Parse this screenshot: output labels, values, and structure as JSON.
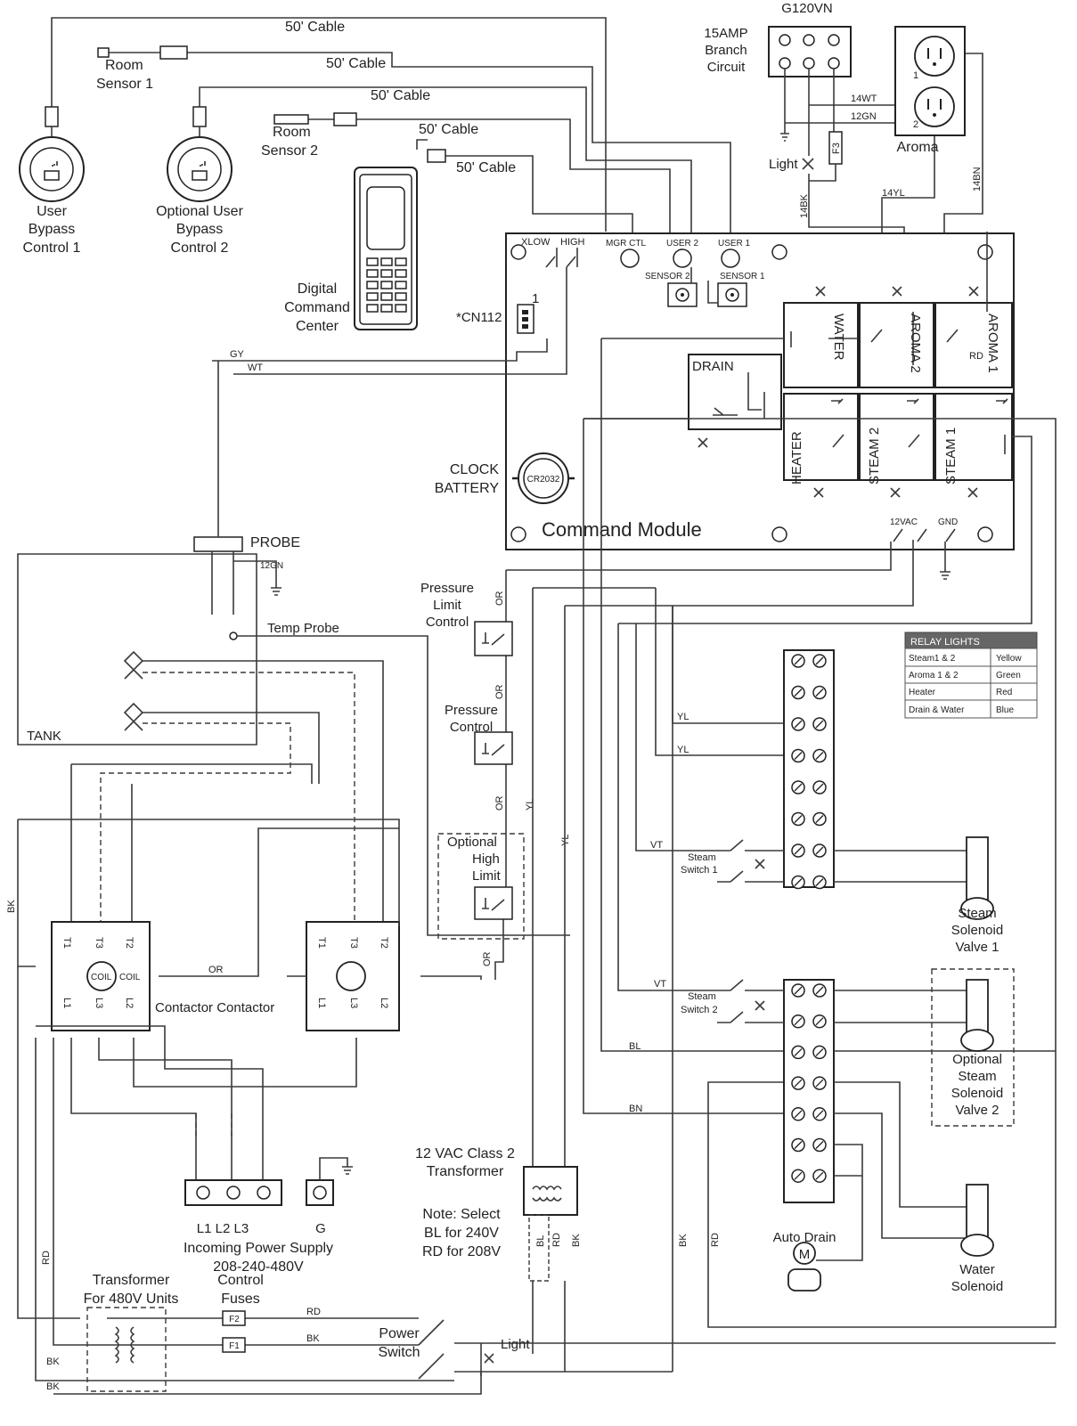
{
  "cables": {
    "c1": "50' Cable",
    "c2": "50' Cable",
    "c3": "50' Cable",
    "c4": "50' Cable",
    "c5": "50' Cable"
  },
  "room_sensor_1": [
    "Room",
    "Sensor 1"
  ],
  "room_sensor_2": [
    "Room",
    "Sensor 2"
  ],
  "user_bypass_1": [
    "User",
    "Bypass",
    "Control 1"
  ],
  "user_bypass_2": [
    "Optional User",
    "Bypass",
    "Control 2"
  ],
  "digital_command_center": [
    "Digital",
    "Command",
    "Center"
  ],
  "branch": {
    "g120vn": "G120VN",
    "label": [
      "15AMP",
      "Branch",
      "Circuit"
    ],
    "light": "Light",
    "fuse": "F3",
    "wire_14wt": "14WT",
    "wire_12gn": "12GN",
    "wire_14yl": "14YL",
    "wire_14bk": "14BK",
    "wire_14bn": "14BN"
  },
  "aroma": {
    "label": "Aroma",
    "n1": "1",
    "n2": "2"
  },
  "module": {
    "title": "Command Module",
    "xlow": "XLOW",
    "high": "HIGH",
    "mgr": "MGR CTL",
    "user2": "USER 2",
    "user1": "USER 1",
    "sensor2": "SENSOR 2",
    "sensor1": "SENSOR 1",
    "cn112": "*CN112",
    "cn_pin": "1",
    "battery": "CR2032",
    "clock": [
      "CLOCK",
      "BATTERY"
    ],
    "drain": "DRAIN",
    "relays": {
      "water": "WATER",
      "aroma2": "AROMA 2",
      "aroma1": "AROMA 1",
      "rd": "RD",
      "heater": "HEATER",
      "steam2": "STEAM 2",
      "steam1": "STEAM 1"
    },
    "vac": "12VAC",
    "gnd": "GND"
  },
  "wires": {
    "gy": "GY",
    "wt": "WT",
    "gn": "12GN",
    "or1": "OR",
    "or2": "OR",
    "or3": "OR",
    "or4": "OR",
    "or5": "OR",
    "yl1": "YL",
    "yl2": "YL",
    "yl3": "YL",
    "yl4": "YL",
    "vt1": "VT",
    "vt2": "VT",
    "bl": "BL",
    "bn": "BN",
    "bk1": "BK",
    "bk2": "BK",
    "bk3": "BK",
    "bk4": "BK",
    "bk5": "BK",
    "rd1": "RD",
    "rd2": "RD",
    "rd3": "RD",
    "rd4": "RD",
    "rd5": "RD",
    "bl2": "BL"
  },
  "tank": {
    "probe": "PROBE",
    "temp_probe": "Temp Probe",
    "label": "TANK"
  },
  "controls": {
    "plc": [
      "Pressure",
      "Limit",
      "Control"
    ],
    "pc": [
      "Pressure",
      "Control"
    ],
    "ohl": [
      "Optional",
      "High",
      "Limit"
    ]
  },
  "relay_lights": {
    "title": "RELAY LIGHTS",
    "rows": [
      [
        "Steam1 & 2",
        "Yellow"
      ],
      [
        "Aroma 1 & 2",
        "Green"
      ],
      [
        "Heater",
        "Red"
      ],
      [
        "Drain & Water",
        "Blue"
      ]
    ]
  },
  "contactor": {
    "label": "Contactor Contactor",
    "t1": "T1",
    "t3": "T3",
    "t2": "T2",
    "l1": "L1",
    "l3": "L3",
    "l2": "L2",
    "coil": "COIL",
    "coil2": "COIL"
  },
  "power": {
    "incoming": [
      "L1 L2 L3",
      "Incoming Power Supply",
      "208-240-480V"
    ],
    "g": "G",
    "transformer480": [
      "Transformer",
      "For 480V Units"
    ],
    "fuses": [
      "Control",
      "Fuses"
    ],
    "f1": "F1",
    "f2": "F2",
    "switch": [
      "Power",
      "Switch"
    ],
    "light": "Light"
  },
  "transformer12": {
    "label": [
      "12 VAC Class 2",
      "Transformer"
    ],
    "note": [
      "Note: Select",
      "BL for 240V",
      "RD for 208V"
    ]
  },
  "steam_switch_1": [
    "Steam",
    "Switch 1"
  ],
  "steam_switch_2": [
    "Steam",
    "Switch 2"
  ],
  "solenoids": {
    "s1": [
      "Steam",
      "Solenoid",
      "Valve 1"
    ],
    "s2": [
      "Optional",
      "Steam",
      "Solenoid",
      "Valve 2"
    ],
    "water": [
      "Water",
      "Solenoid"
    ],
    "drain": "Auto Drain",
    "motor": "M"
  }
}
